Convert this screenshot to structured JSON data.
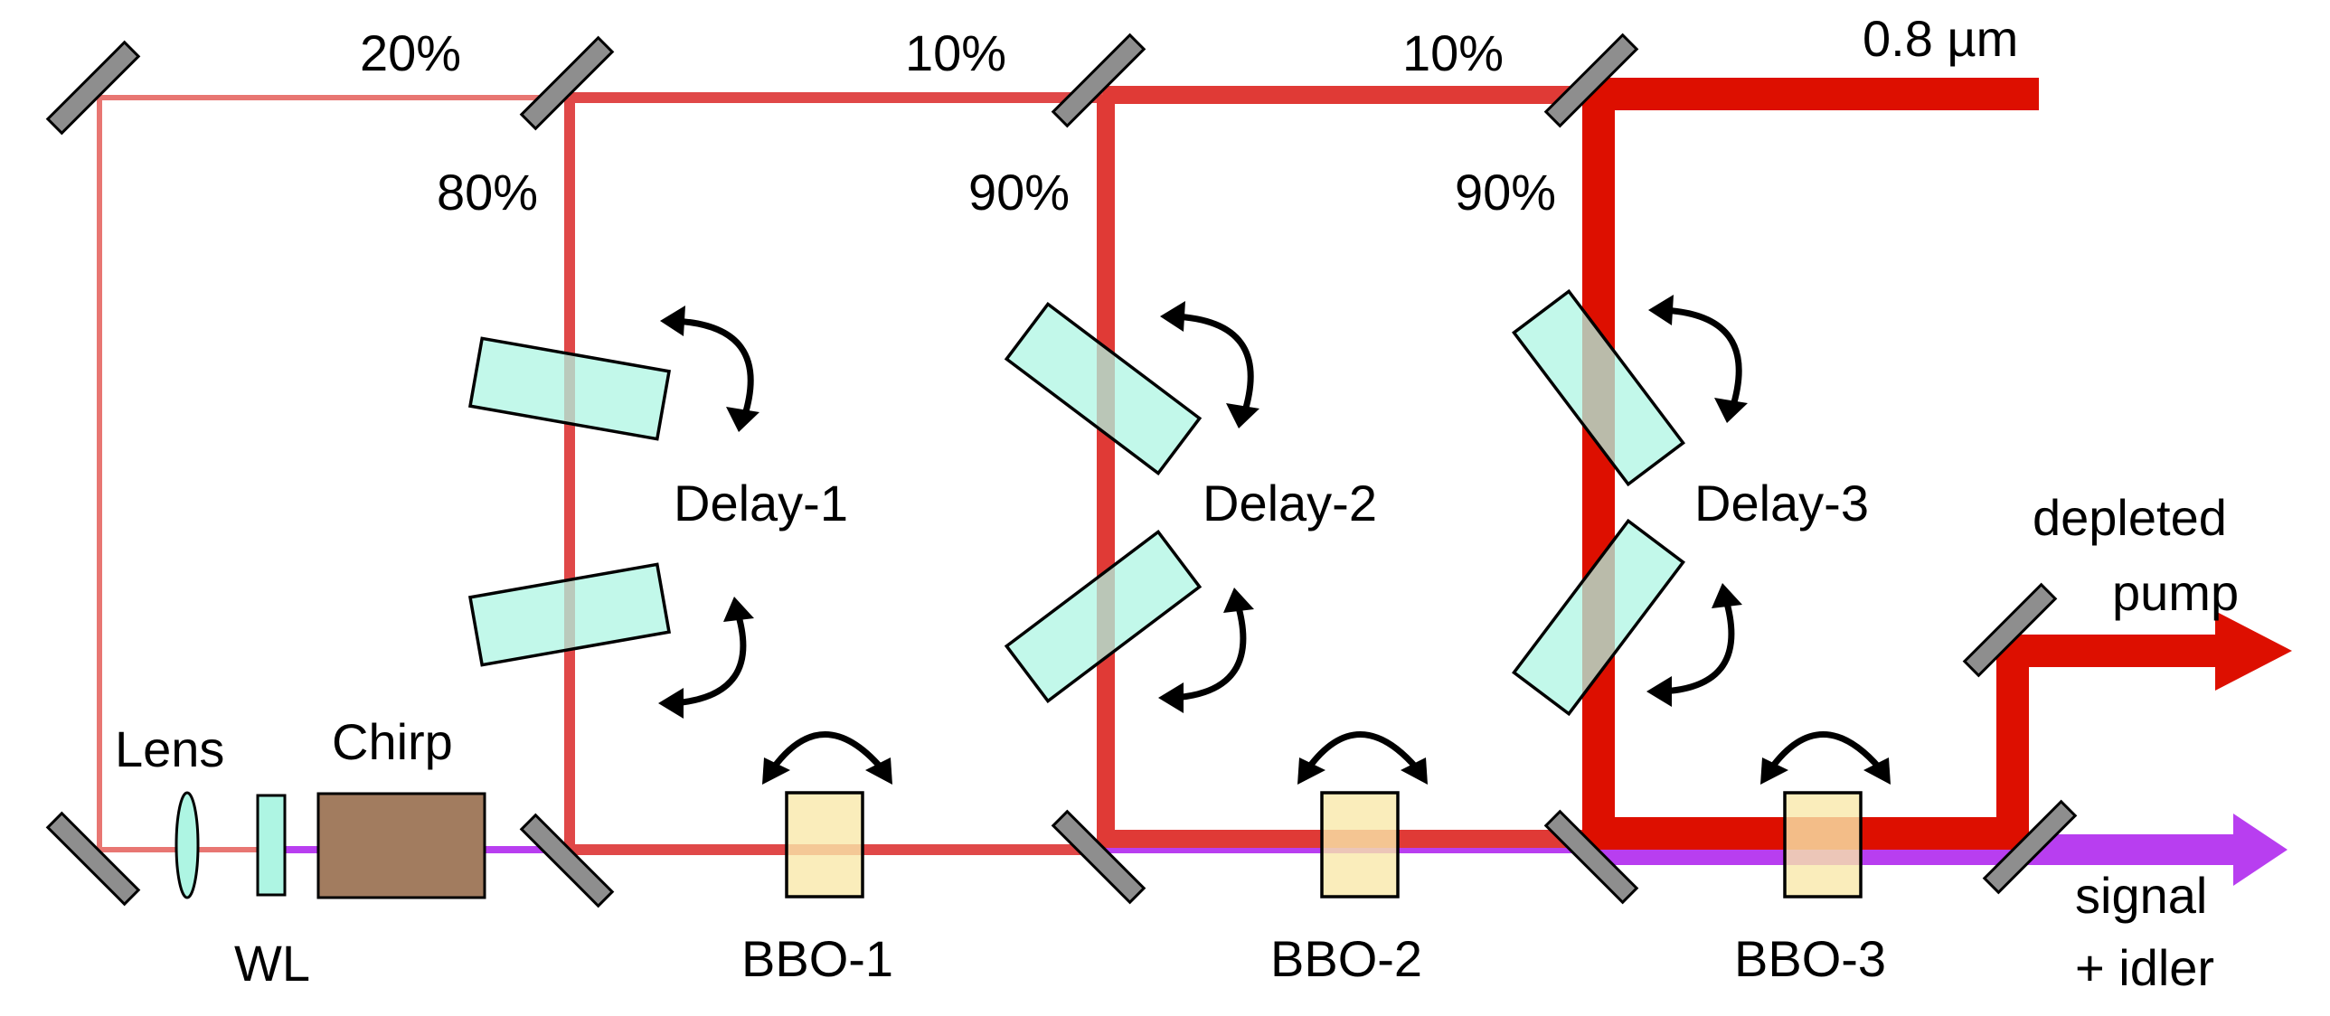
{
  "pump_wavelength_label": "0.8 µm",
  "splits": {
    "stage1_reflect": "20%",
    "stage1_transmit": "80%",
    "stage2_reflect": "10%",
    "stage2_transmit": "90%",
    "stage3_reflect": "10%",
    "stage3_transmit": "90%"
  },
  "delays": [
    "Delay-1",
    "Delay-2",
    "Delay-3"
  ],
  "crystals": [
    "BBO-1",
    "BBO-2",
    "BBO-3"
  ],
  "components": {
    "lens": "Lens",
    "white_light": "WL",
    "chirp": "Chirp"
  },
  "outputs": {
    "depleted_line1": "depleted",
    "depleted_line2": "pump",
    "signal_line1": "signal",
    "signal_line2": "+ idler"
  },
  "colors": {
    "beam_weak": "#e87672",
    "beam_mid": "#e04848",
    "beam_strong": "#dd0f00",
    "signal": "#b83ef0",
    "mirror": "#8e8e8e",
    "delay_plate": "#aef5e3",
    "bbo": "#f9e8aa",
    "chirp": "#a27c5f"
  }
}
